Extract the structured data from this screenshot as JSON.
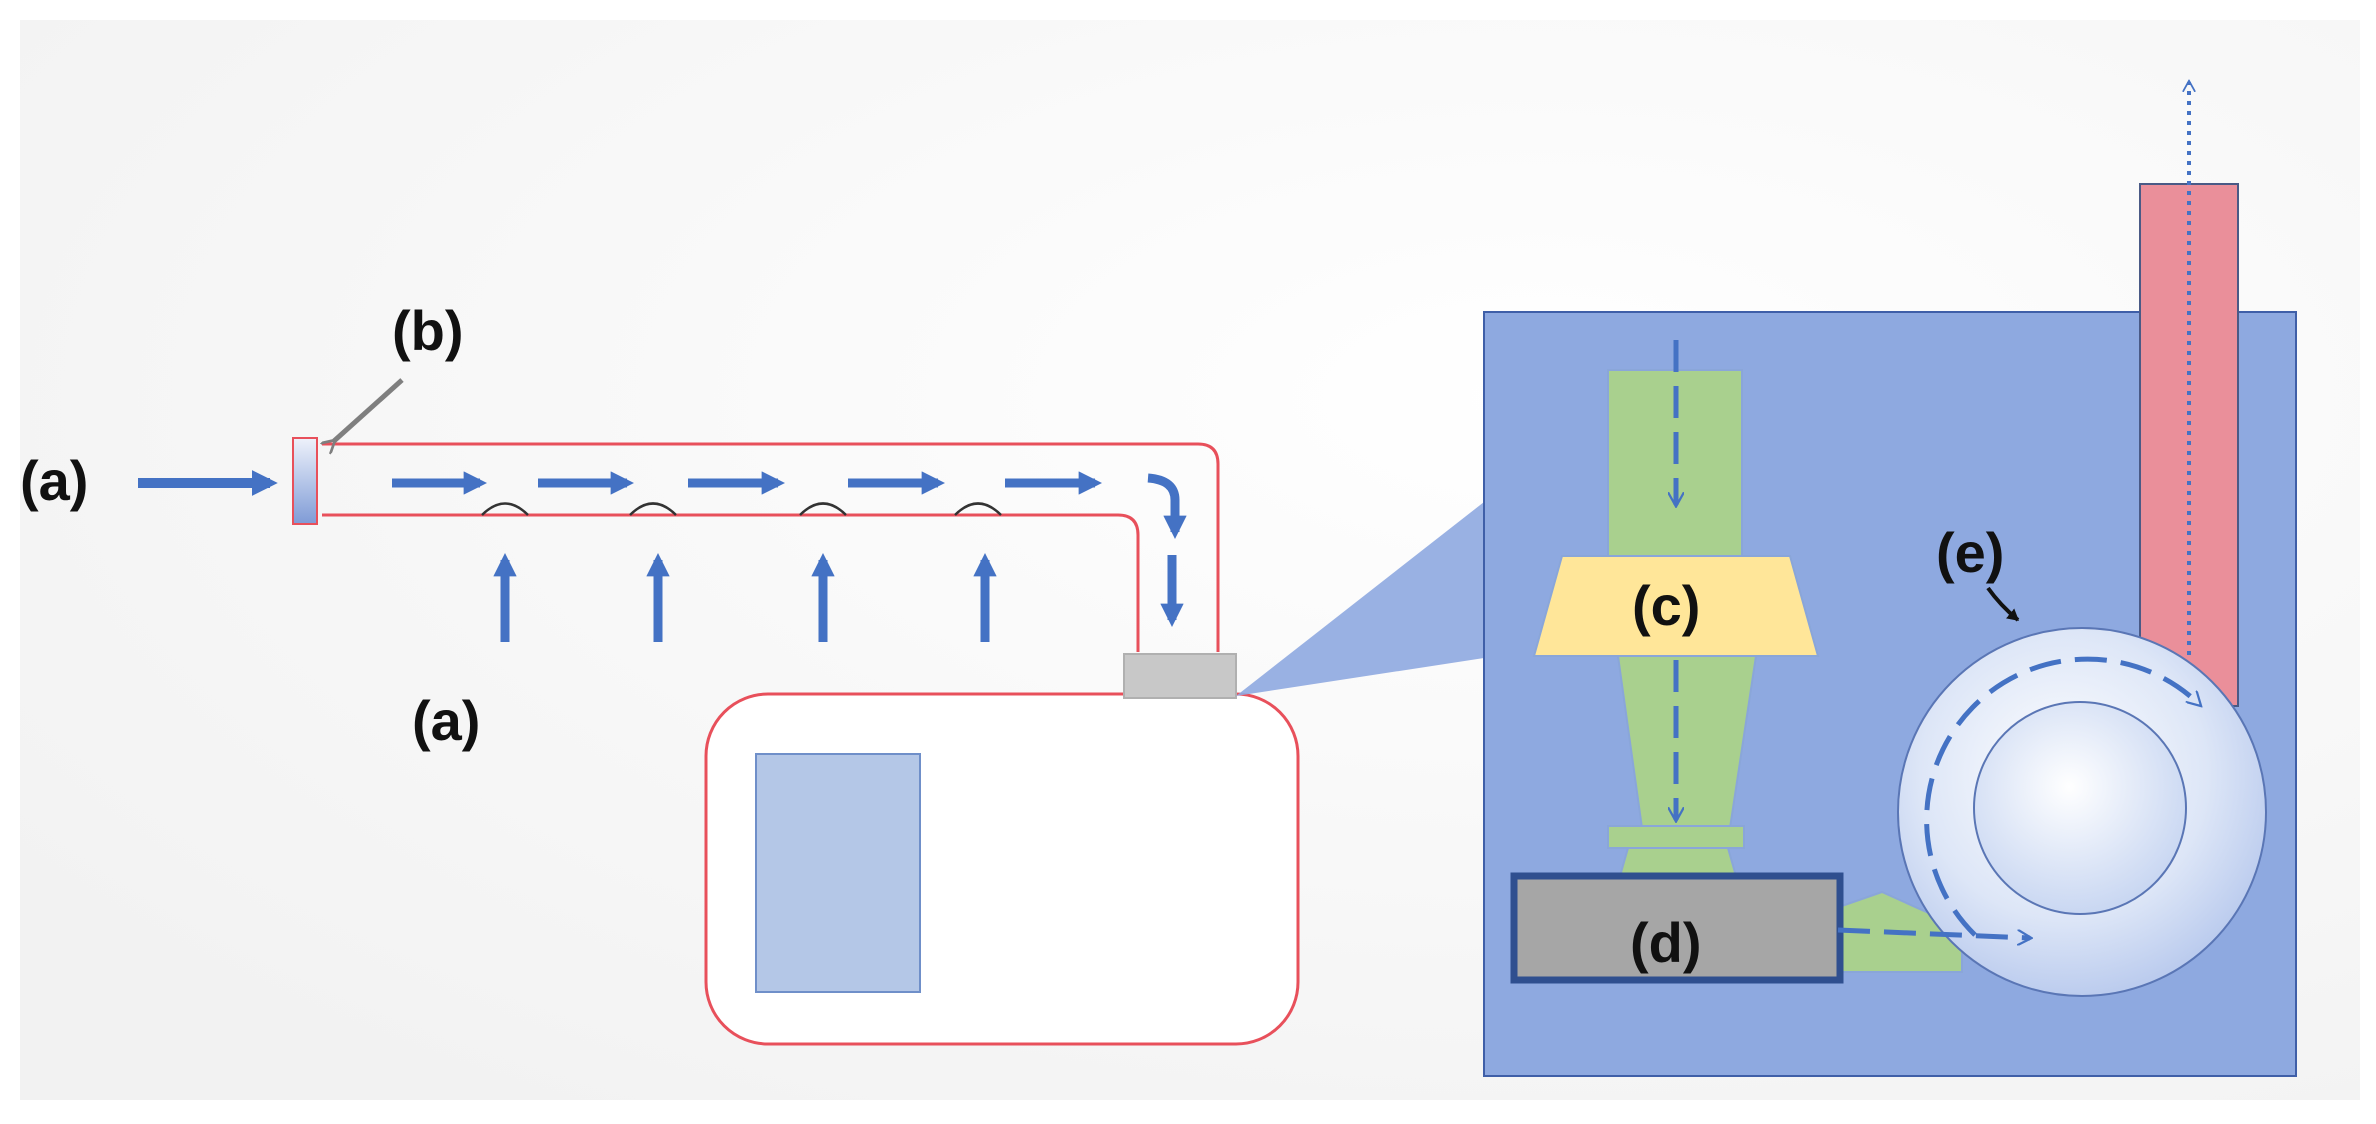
{
  "labels": {
    "a_left": "(a)",
    "a_bottom": "(a)",
    "b": "(b)",
    "c": "(c)",
    "d": "(d)",
    "e": "(e)"
  },
  "colors": {
    "flow_arrow": "#4472c4",
    "pipe_outline": "#e8505b",
    "box_fill": "#8ea9e0",
    "box_stroke": "#3f5fa8",
    "green": "#a9d08e",
    "yellow": "#ffe699",
    "gray_dark": "#a6a6a6",
    "gray_light": "#c8c8c8",
    "stack": "#ea8f9a",
    "screen": "#b4c7e7",
    "pointer": "#7f7f7f"
  },
  "icons": {
    "arrow_straight": "arrow-icon",
    "arrow_curved": "curved-arrow-icon",
    "pointer": "pointer-arrow-icon"
  }
}
